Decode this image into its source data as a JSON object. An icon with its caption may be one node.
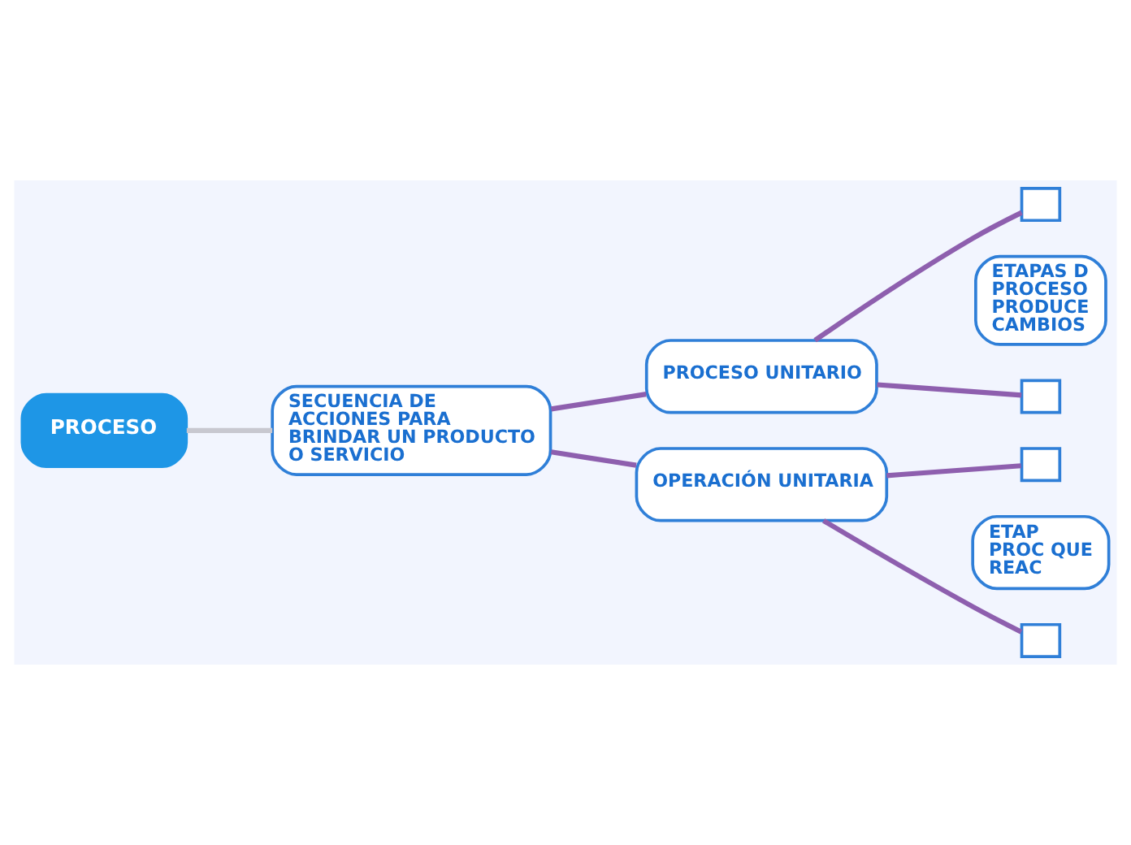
{
  "diagram": {
    "nodes": [
      {
        "text": [
          "PROCESO"
        ]
      },
      {
        "text": [
          "SECUENCIA DE ACCIONES PARA BRINDAR UN PRODUCTO O SERVICIO"
        ]
      },
      {
        "text": [
          "PROCESO UNITARIO"
        ]
      },
      {
        "text": [],
        "shape": "box"
      },
      {
        "text": [
          "ETAPAS D PROCESO PRODUCE CAMBIOS"
        ]
      },
      {
        "text": [],
        "shape": "box"
      },
      {
        "text": [
          "OPERACIÓN UNITARIA"
        ]
      },
      {
        "text": [],
        "shape": "box"
      },
      {
        "text": [
          "ETAP PROC QUE REAC"
        ]
      },
      {
        "text": [],
        "shape": "box"
      }
    ],
    "edges": [
      {
        "from": 0,
        "to": 1,
        "arrow": "none",
        "color": "#c8c8d0"
      },
      {
        "from": 1,
        "to": 2,
        "arrow": "none"
      },
      {
        "from": 1,
        "to": 6,
        "arrow": "none"
      },
      {
        "from": 2,
        "to": 3,
        "arrow": "none"
      },
      {
        "from": 2,
        "to": 5,
        "arrow": "none"
      },
      {
        "from": 6,
        "to": 7,
        "arrow": "none"
      },
      {
        "from": 6,
        "to": 9,
        "arrow": "none"
      }
    ]
  }
}
